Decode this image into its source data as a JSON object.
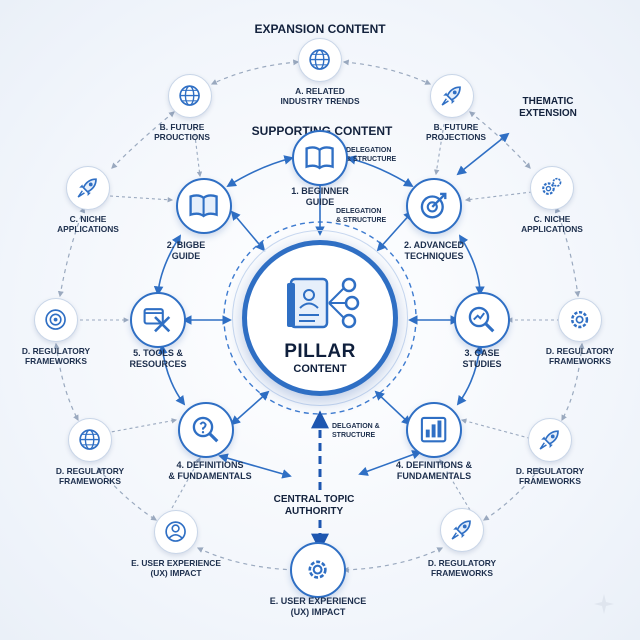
{
  "headers": {
    "expansion": "EXPANSION CONTENT",
    "supporting": "SUPPORTING CONTENT",
    "thematic": [
      "THEMATIC",
      "EXTENSION"
    ],
    "central": [
      "CENTRAL TOPIC",
      "AUTHORITY"
    ]
  },
  "pillar": {
    "title": "PILLAR",
    "subtitle": "CONTENT"
  },
  "delegation": {
    "top": [
      "DELEGATION",
      "& STRUCTURE"
    ],
    "mid": [
      "DELEGATION",
      "& STRUCTURE"
    ],
    "bottom": [
      "DELGATION &",
      "STRUCTURE"
    ]
  },
  "inner_nodes": [
    {
      "icon": "open-book-icon",
      "lines": [
        "1. BEGINNER",
        "GUIDE"
      ]
    },
    {
      "icon": "book-icon",
      "lines": [
        "2. BIGBE",
        "GUIDE"
      ]
    },
    {
      "icon": "target-arrow-icon",
      "lines": [
        "2. ADVANCED",
        "TECHNIQUES"
      ]
    },
    {
      "icon": "tools-icon",
      "lines": [
        "5. TOOLS &",
        "RESOURCES"
      ]
    },
    {
      "icon": "magnifier-chart-icon",
      "lines": [
        "3. CASE",
        "STUDIES"
      ]
    },
    {
      "icon": "magnifier-question-icon",
      "lines": [
        "4. DEFINITIONS",
        "& FUNDAMENTALS"
      ]
    },
    {
      "icon": "bar-chart-icon",
      "lines": [
        "4. DEFINITIONS &",
        "FUNDAMENTALS"
      ]
    },
    {
      "icon": "gear-magnifier-icon",
      "lines": [
        "E. USER EXPERIENCE",
        "(UX) IMPACT"
      ]
    }
  ],
  "outer_nodes": [
    {
      "icon": "globe-icon",
      "lines": [
        "A. RELATED",
        "INDUSTRY TRENDS"
      ]
    },
    {
      "icon": "globe-icon",
      "lines": [
        "B. FUTURE",
        "PROUCTIONS"
      ]
    },
    {
      "icon": "rocket-icon",
      "lines": [
        "B. FUTURE",
        "PROJECTIONS"
      ]
    },
    {
      "icon": "rocket-icon",
      "lines": [
        "C. NICHE",
        "APPLICATIONS"
      ]
    },
    {
      "icon": "gears-icon",
      "lines": [
        "C. NICHE",
        "APPLICATIONS"
      ]
    },
    {
      "icon": "target-icon",
      "lines": [
        "D. REGULATORY",
        "FRAMEWORKS"
      ]
    },
    {
      "icon": "gear-icon",
      "lines": [
        "D. REGULATORY",
        "FRAMEWORKS"
      ]
    },
    {
      "icon": "globe-icon",
      "lines": [
        "D. REGULATORY",
        "FRAMEWORKS"
      ]
    },
    {
      "icon": "rocket-icon",
      "lines": [
        "D. REGULATORY",
        "FRAMEWORKS"
      ]
    },
    {
      "icon": "user-icon",
      "lines": [
        "E. USER EXPERIENCE",
        "(UX) IMPACT"
      ]
    },
    {
      "icon": "rocket-icon",
      "lines": [
        "D. REGULATORY",
        "FRAMEWORKS"
      ]
    }
  ],
  "colors": {
    "accent": "#2f6fc4",
    "dark": "#13223d",
    "dashed": "#9aa9bf"
  }
}
